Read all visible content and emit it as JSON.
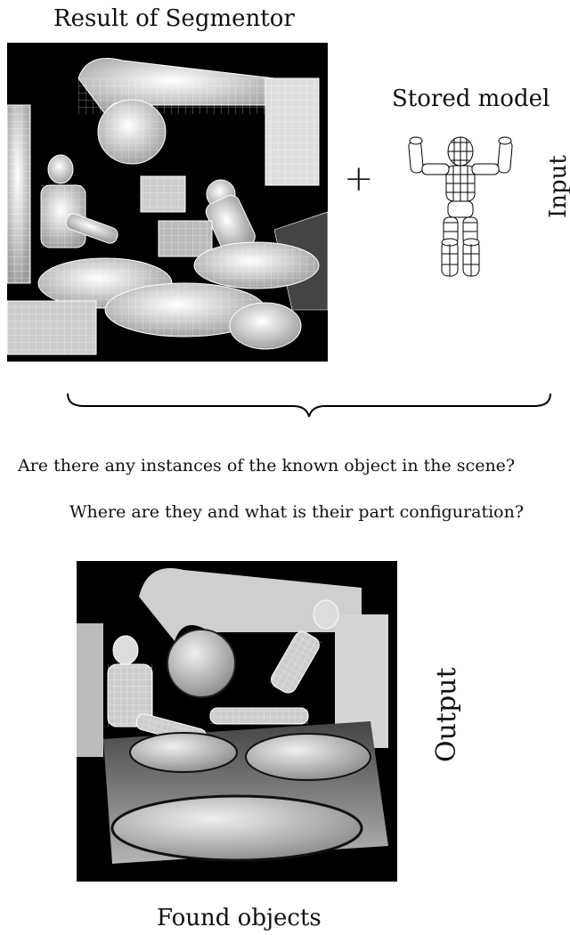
{
  "labels": {
    "segmentor_title": "Result of Segmentor",
    "stored_model_title": "Stored model",
    "input_label": "Input",
    "output_label": "Output",
    "plus": "+",
    "question_1": "Are there any instances of the known object in the scene?",
    "question_2": "Where are they and what is their part configuration?",
    "found_objects_title": "Found objects"
  },
  "colors": {
    "scene_background": "#000000",
    "wireframe": "#ffffff",
    "depth_light": "#e6e6e6",
    "depth_dark": "#5a5a5a"
  }
}
